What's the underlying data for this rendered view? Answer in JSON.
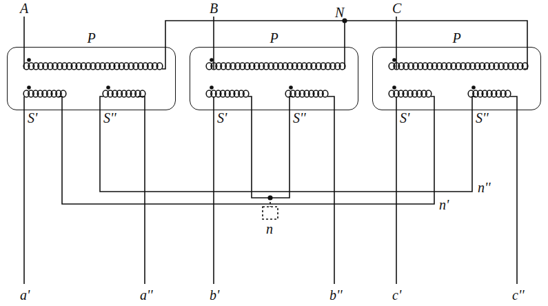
{
  "diagram": {
    "nodes": [
      {
        "text": [
          "P"
        ]
      },
      {
        "text": [
          "P"
        ]
      },
      {
        "text": [
          "P"
        ]
      }
    ],
    "labels": [
      "A",
      "B",
      "C",
      "N",
      "S'",
      "S''",
      "S'",
      "S''",
      "S'",
      "S''",
      "n''",
      "n'",
      "n",
      "a'",
      "a''",
      "b'",
      "b''",
      "c'",
      "c''"
    ]
  }
}
